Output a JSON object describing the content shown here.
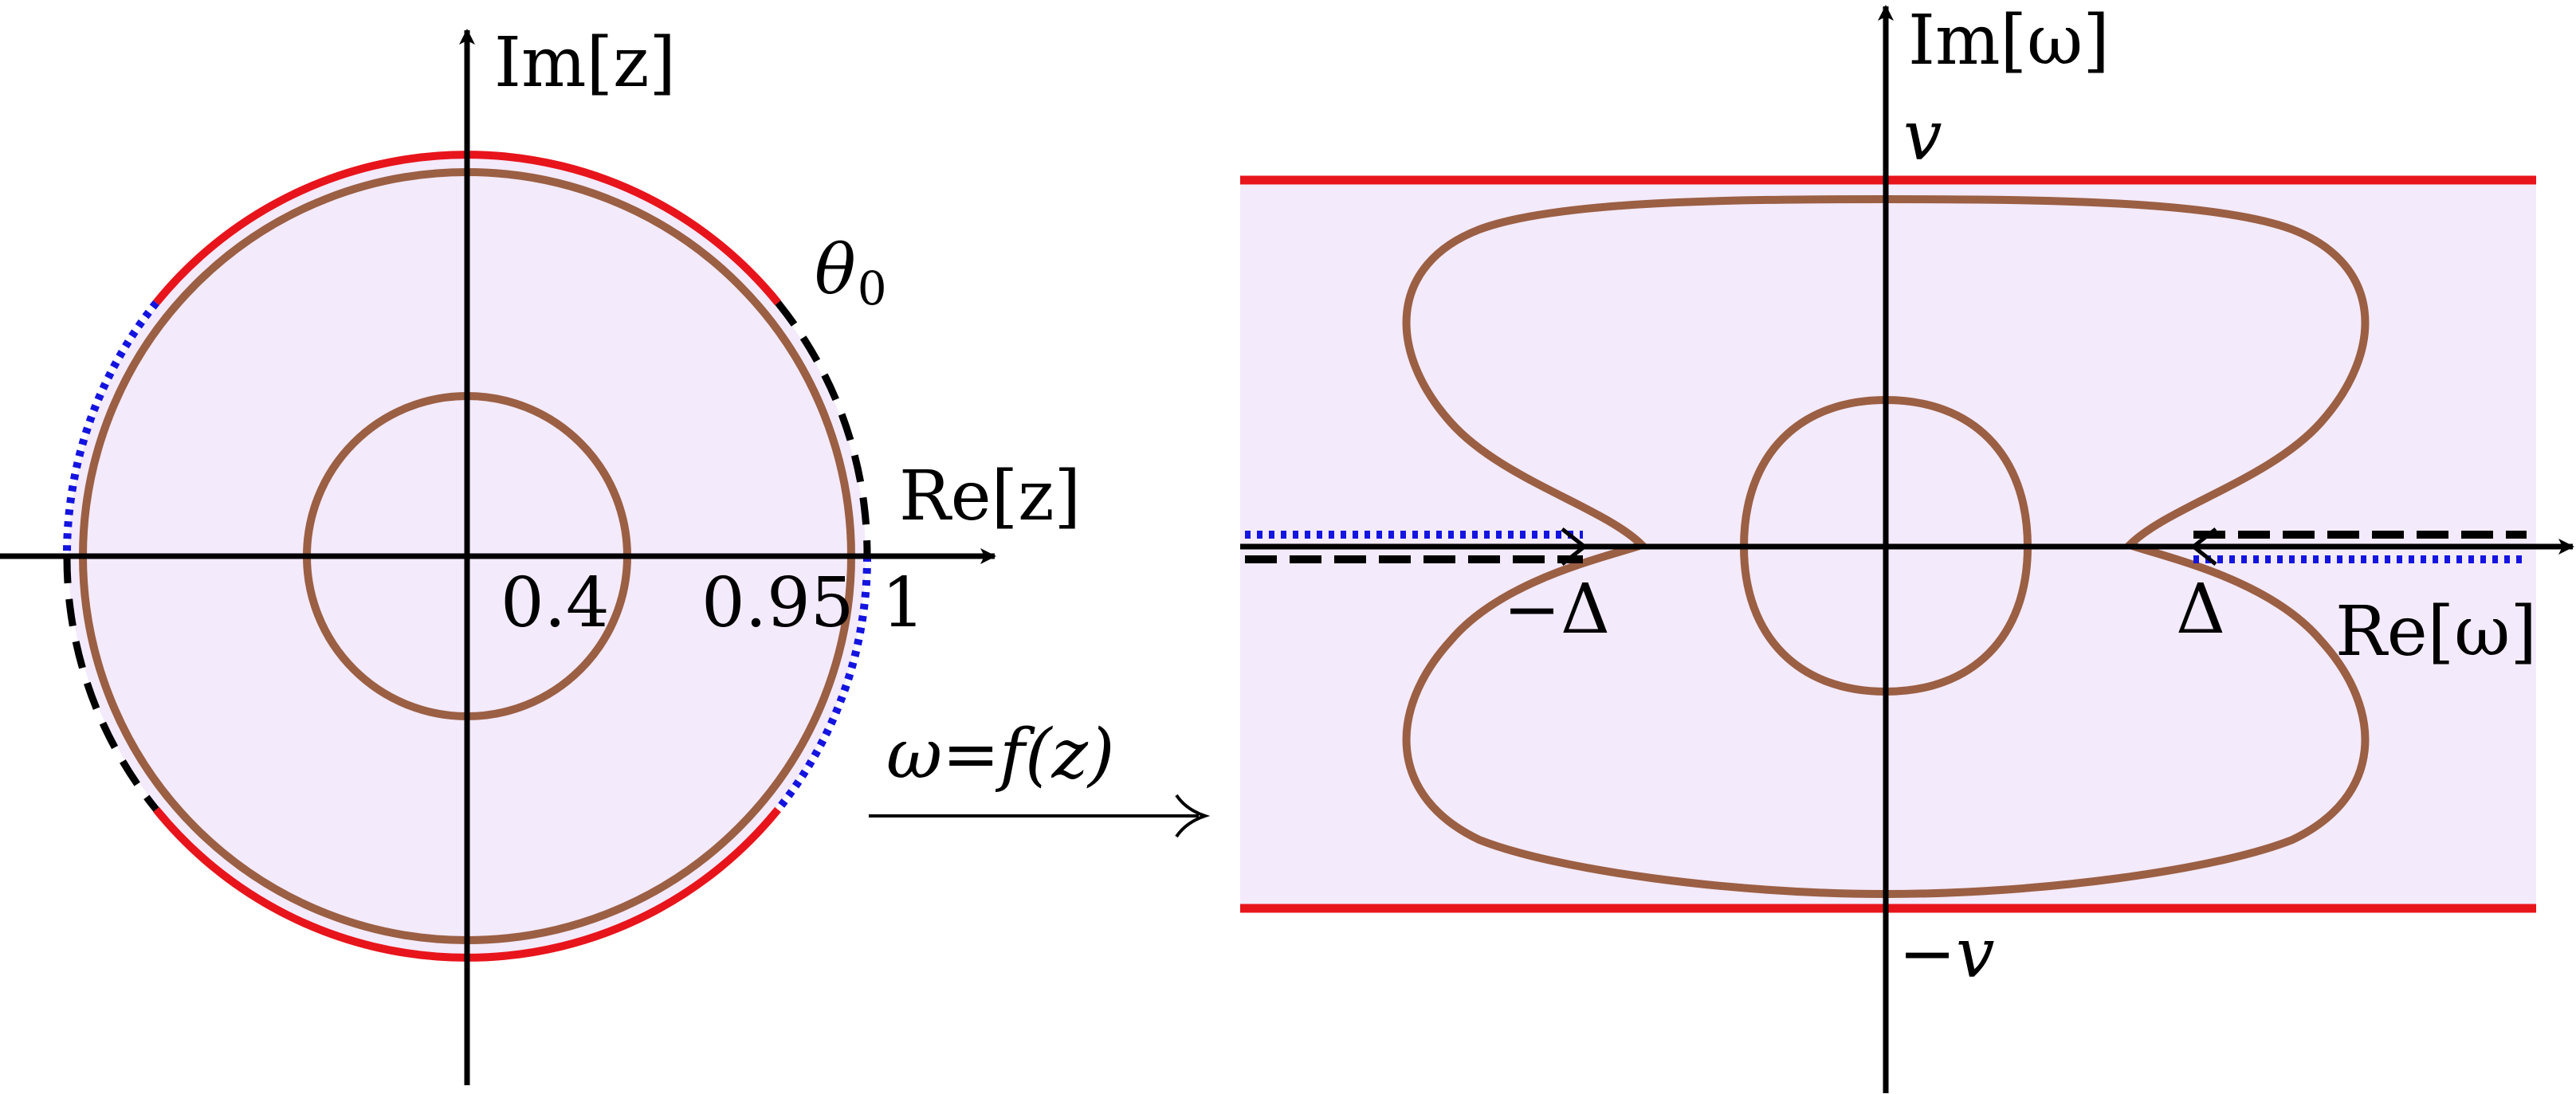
{
  "z_plane": {
    "axis_re": "Re[z]",
    "axis_im": "Im[z]",
    "tick_inner": "0.4",
    "tick_outer": "0.95",
    "tick_unit": "1",
    "angle_symbol": "θ",
    "angle_subscript": "0"
  },
  "map": {
    "label": "ω=f(z)"
  },
  "w_plane": {
    "axis_re": "Re[ω]",
    "axis_im": "Im[ω]",
    "top": "v",
    "bottom": "−v",
    "left_point": "−Δ",
    "right_point": "Δ"
  },
  "colors": {
    "fill": "#f3eafb",
    "red": "#e8141c",
    "brown": "#9b5f44",
    "blue": "#1414e0",
    "black": "#000000"
  }
}
